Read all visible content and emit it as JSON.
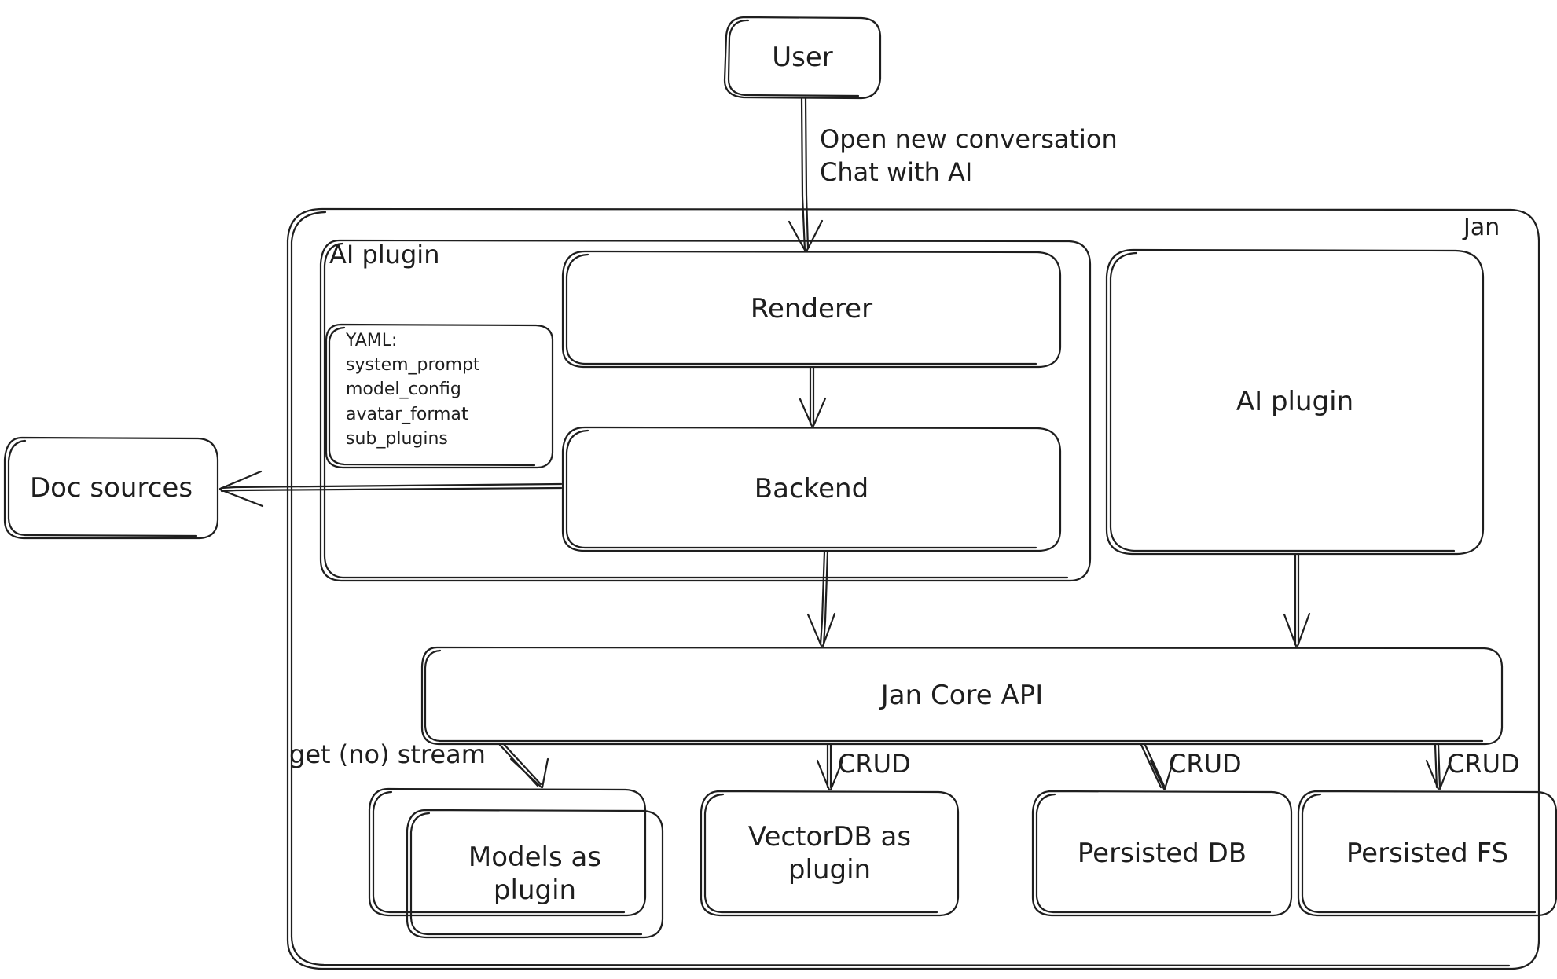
{
  "diagram": {
    "title": "Jan architecture diagram",
    "style": "hand-drawn",
    "stroke_color": "#1e1e1e",
    "background_color": "#ffffff"
  },
  "nodes": {
    "user": {
      "label": "User"
    },
    "jan_container": {
      "label": "Jan"
    },
    "ai_plugin_container": {
      "label": "AI plugin"
    },
    "yaml_box": {
      "label": "YAML:\nsystem_prompt\nmodel_config\navatar_format\nsub_plugins"
    },
    "renderer": {
      "label": "Renderer"
    },
    "backend": {
      "label": "Backend"
    },
    "ai_plugin_box": {
      "label": "AI plugin"
    },
    "doc_sources": {
      "label": "Doc sources"
    },
    "jan_core_api": {
      "label": "Jan Core API"
    },
    "models_plugin": {
      "label": "Models as\nplugin"
    },
    "vectordb_plugin": {
      "label": "VectorDB as\nplugin"
    },
    "persisted_db": {
      "label": "Persisted DB"
    },
    "persisted_fs": {
      "label": "Persisted FS"
    }
  },
  "edges": {
    "user_to_renderer": {
      "label": "Open new conversation\nChat with AI"
    },
    "renderer_to_backend": {
      "label": ""
    },
    "backend_to_doc_sources": {
      "label": ""
    },
    "backend_to_core": {
      "label": ""
    },
    "ai_plugin_to_core": {
      "label": ""
    },
    "core_to_models": {
      "label": "get (no) stream"
    },
    "core_to_vectordb": {
      "label": "CRUD"
    },
    "core_to_persisted_db": {
      "label": "CRUD"
    },
    "core_to_persisted_fs": {
      "label": "CRUD"
    }
  }
}
